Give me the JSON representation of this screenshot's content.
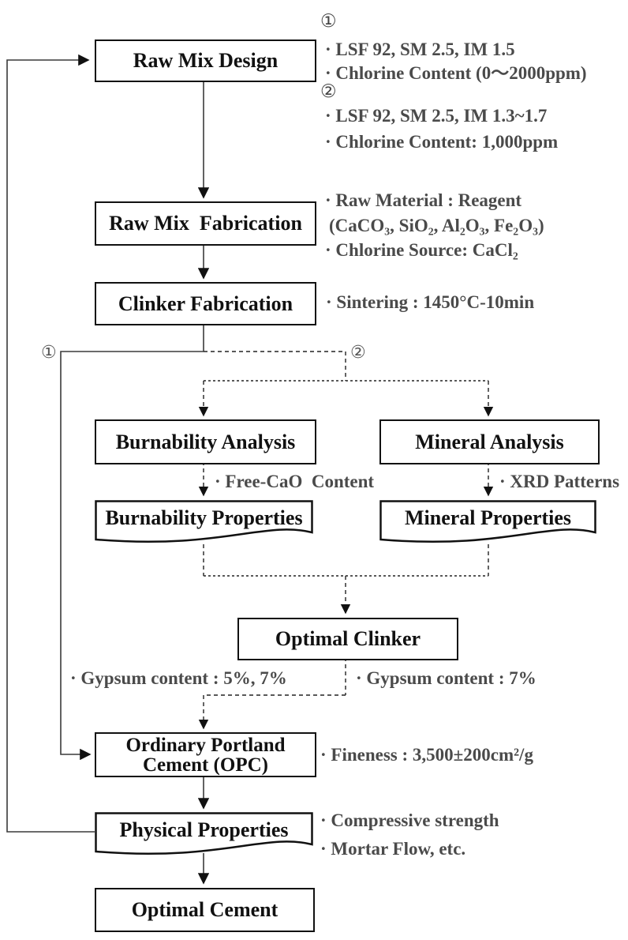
{
  "diagram": {
    "markers": {
      "top1": "①",
      "top2": "②",
      "branch1": "①",
      "branch2": "②"
    },
    "nodes": {
      "raw_mix_design": "Raw Mix Design",
      "raw_mix_fabrication": "Raw Mix  Fabrication",
      "clinker_fabrication": "Clinker Fabrication",
      "burnability_analysis": "Burnability Analysis",
      "mineral_analysis": "Mineral Analysis",
      "burnability_properties": "Burnability Properties",
      "mineral_properties": "Mineral Properties",
      "optimal_clinker": "Optimal Clinker",
      "opc_line1": "Ordinary Portland",
      "opc_line2": "Cement (OPC)",
      "physical_properties": "Physical Properties",
      "optimal_cement": "Optimal Cement"
    },
    "annotations": {
      "cond1_line1": "· LSF 92, SM 2.5, IM 1.5",
      "cond1_line2": "· Chlorine Content (0～2000ppm)",
      "cond2_line1": "· LSF 92, SM 2.5, IM 1.3~1.7",
      "cond2_line2": "· Chlorine Content: 1,000ppm",
      "raw_material_line1": "· Raw Material : Reagent",
      "raw_material_line2": "(CaCO₃, SiO₂, Al₂O₃, Fe₂O₃)",
      "raw_material_line3": "· Chlorine Source: CaCl₂",
      "sintering": "· Sintering : 1450°C-10min",
      "free_cao": "· Free-CaO  Content",
      "xrd": "· XRD Patterns",
      "gypsum_left": "· Gypsum content : 5%, 7%",
      "gypsum_right": "· Gypsum content : 7%",
      "fineness": "· Fineness : 3,500±200cm²/g",
      "compressive": "· Compressive strength",
      "mortar": "· Mortar Flow, etc."
    },
    "colors": {
      "box_border": "#111111",
      "annotation_text": "#4a4a4a",
      "line": "#333333"
    }
  }
}
